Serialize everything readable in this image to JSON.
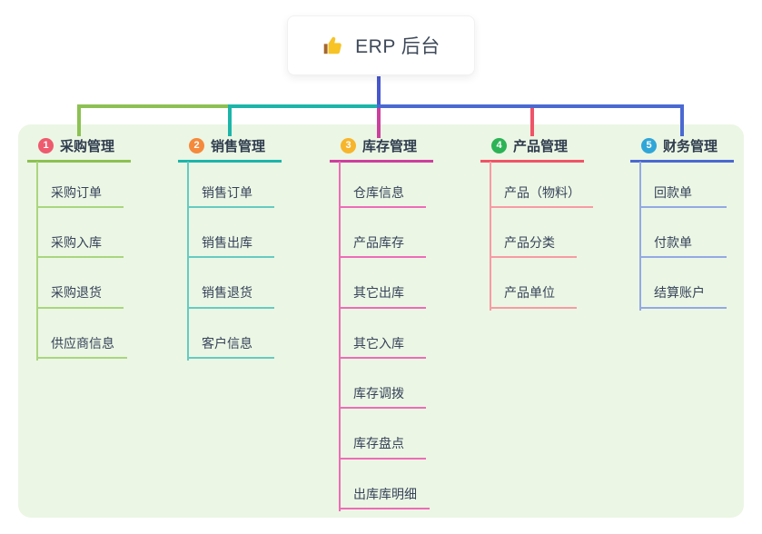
{
  "root": {
    "icon": "thumbs-up",
    "label": "ERP 后台",
    "connector_color": "#4757cd"
  },
  "panel_bg": "#ebf6e4",
  "branches": [
    {
      "number": "1",
      "label": "采购管理",
      "badge_color": "#ee5b6e",
      "line_color": "#8cc152",
      "light_color": "#a9d67f",
      "children": [
        "采购订单",
        "采购入库",
        "采购退货",
        "供应商信息"
      ]
    },
    {
      "number": "2",
      "label": "销售管理",
      "badge_color": "#f58a3c",
      "line_color": "#1cb5aa",
      "light_color": "#66cbc2",
      "children": [
        "销售订单",
        "销售出库",
        "销售退货",
        "客户信息"
      ]
    },
    {
      "number": "3",
      "label": "库存管理",
      "badge_color": "#f7b52c",
      "line_color": "#cd3f9e",
      "light_color": "#ee6cb8",
      "children": [
        "仓库信息",
        "产品库存",
        "其它出库",
        "其它入库",
        "库存调拨",
        "库存盘点",
        "出库库明细"
      ]
    },
    {
      "number": "4",
      "label": "产品管理",
      "badge_color": "#2cb356",
      "line_color": "#f05468",
      "light_color": "#f89ba4",
      "children": [
        "产品（物料）",
        "产品分类",
        "产品单位"
      ]
    },
    {
      "number": "5",
      "label": "财务管理",
      "badge_color": "#30a6d8",
      "line_color": "#4a69d2",
      "light_color": "#93a9e4",
      "children": [
        "回款单",
        "付款单",
        "结算账户"
      ]
    }
  ]
}
